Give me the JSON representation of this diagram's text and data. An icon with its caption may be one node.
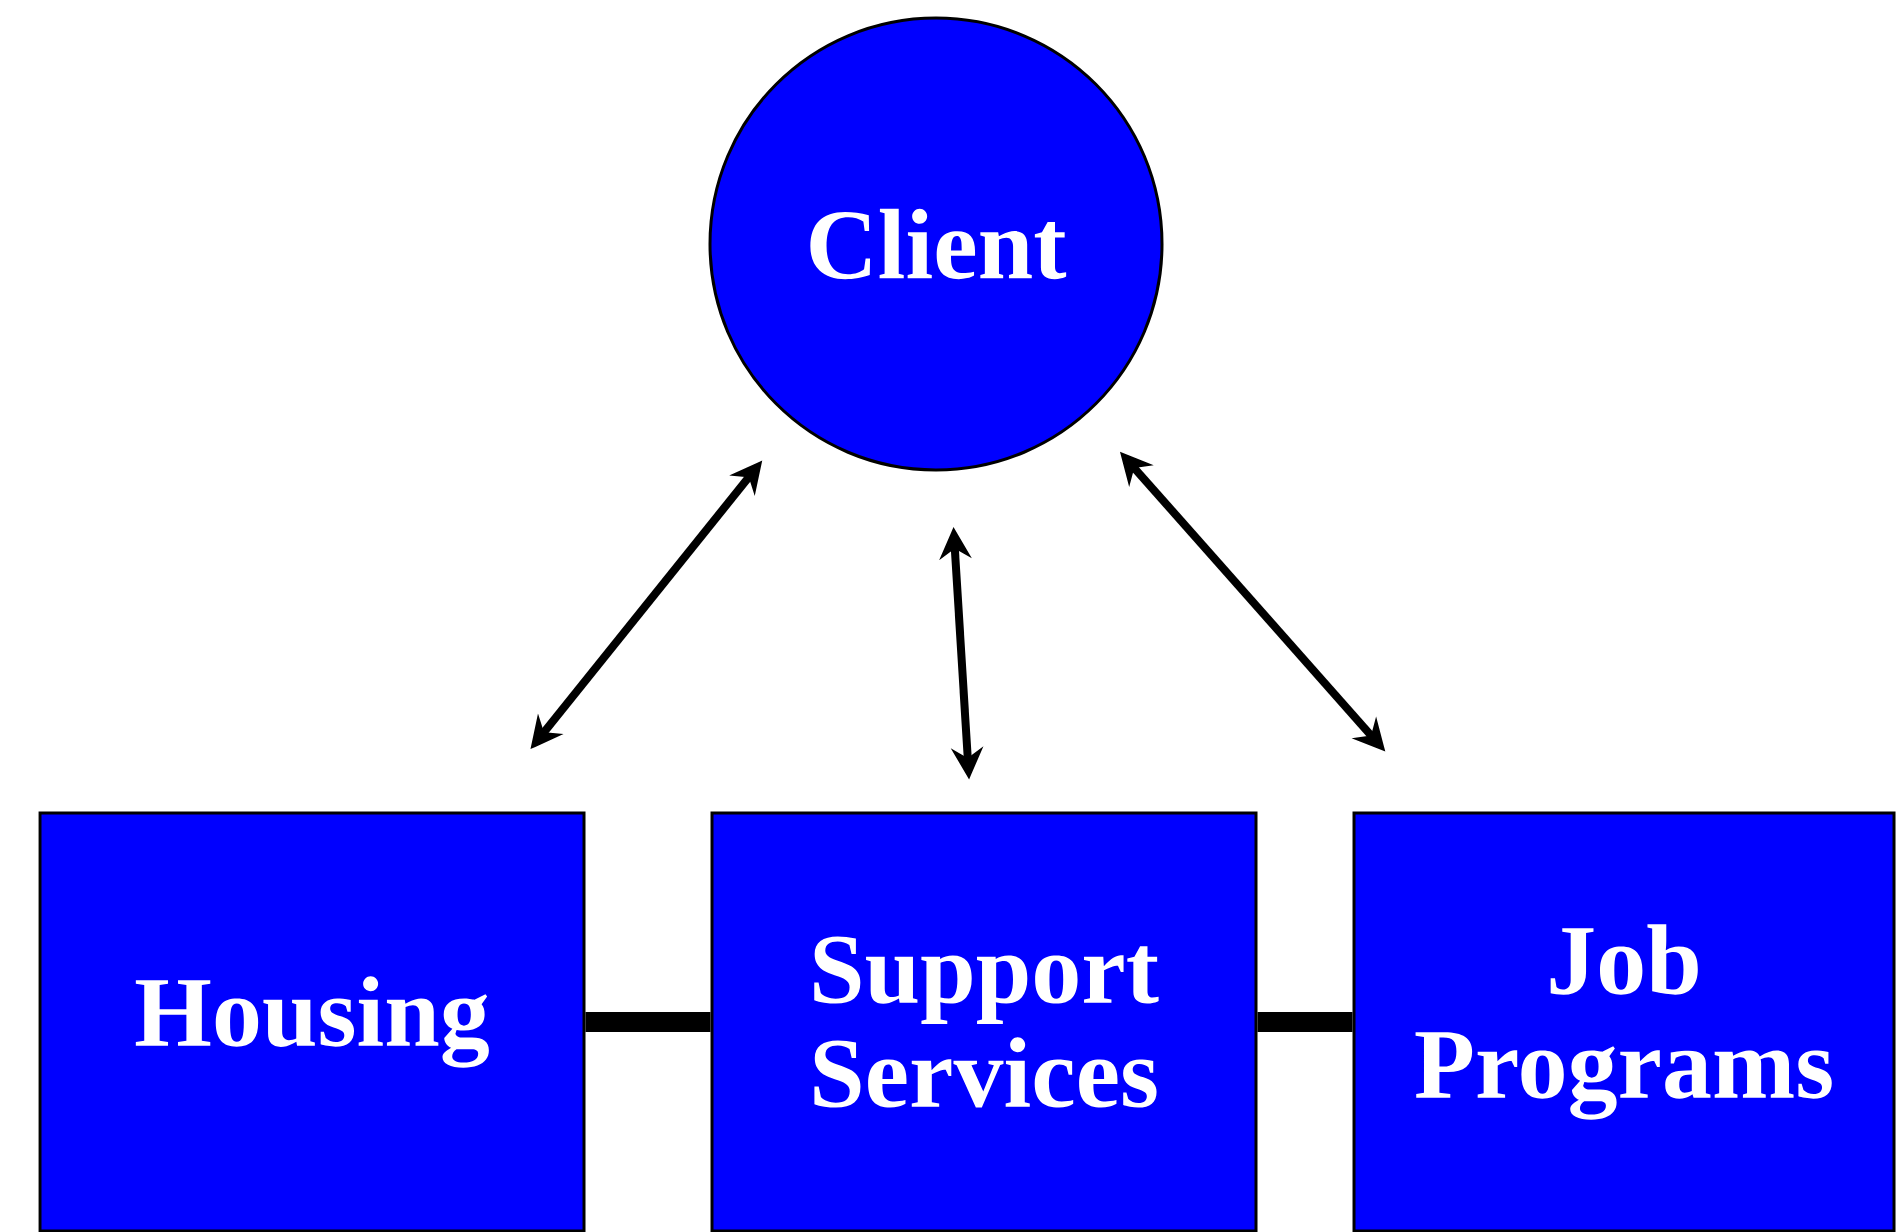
{
  "diagram": {
    "nodes": [
      {
        "text": [
          "Client"
        ]
      },
      {
        "text": [
          "Housing"
        ]
      },
      {
        "text": [
          "Support Services"
        ]
      },
      {
        "text": [
          "Job Programs"
        ]
      }
    ],
    "edges": [
      {
        "from": 0,
        "to": 1,
        "arrow": "both"
      },
      {
        "from": 0,
        "to": 2,
        "arrow": "both"
      },
      {
        "from": 0,
        "to": 3,
        "arrow": "both"
      },
      {
        "from": 1,
        "to": 2,
        "arrow": "none",
        "style": "thick"
      },
      {
        "from": 2,
        "to": 3,
        "arrow": "none",
        "style": "thick"
      }
    ]
  }
}
